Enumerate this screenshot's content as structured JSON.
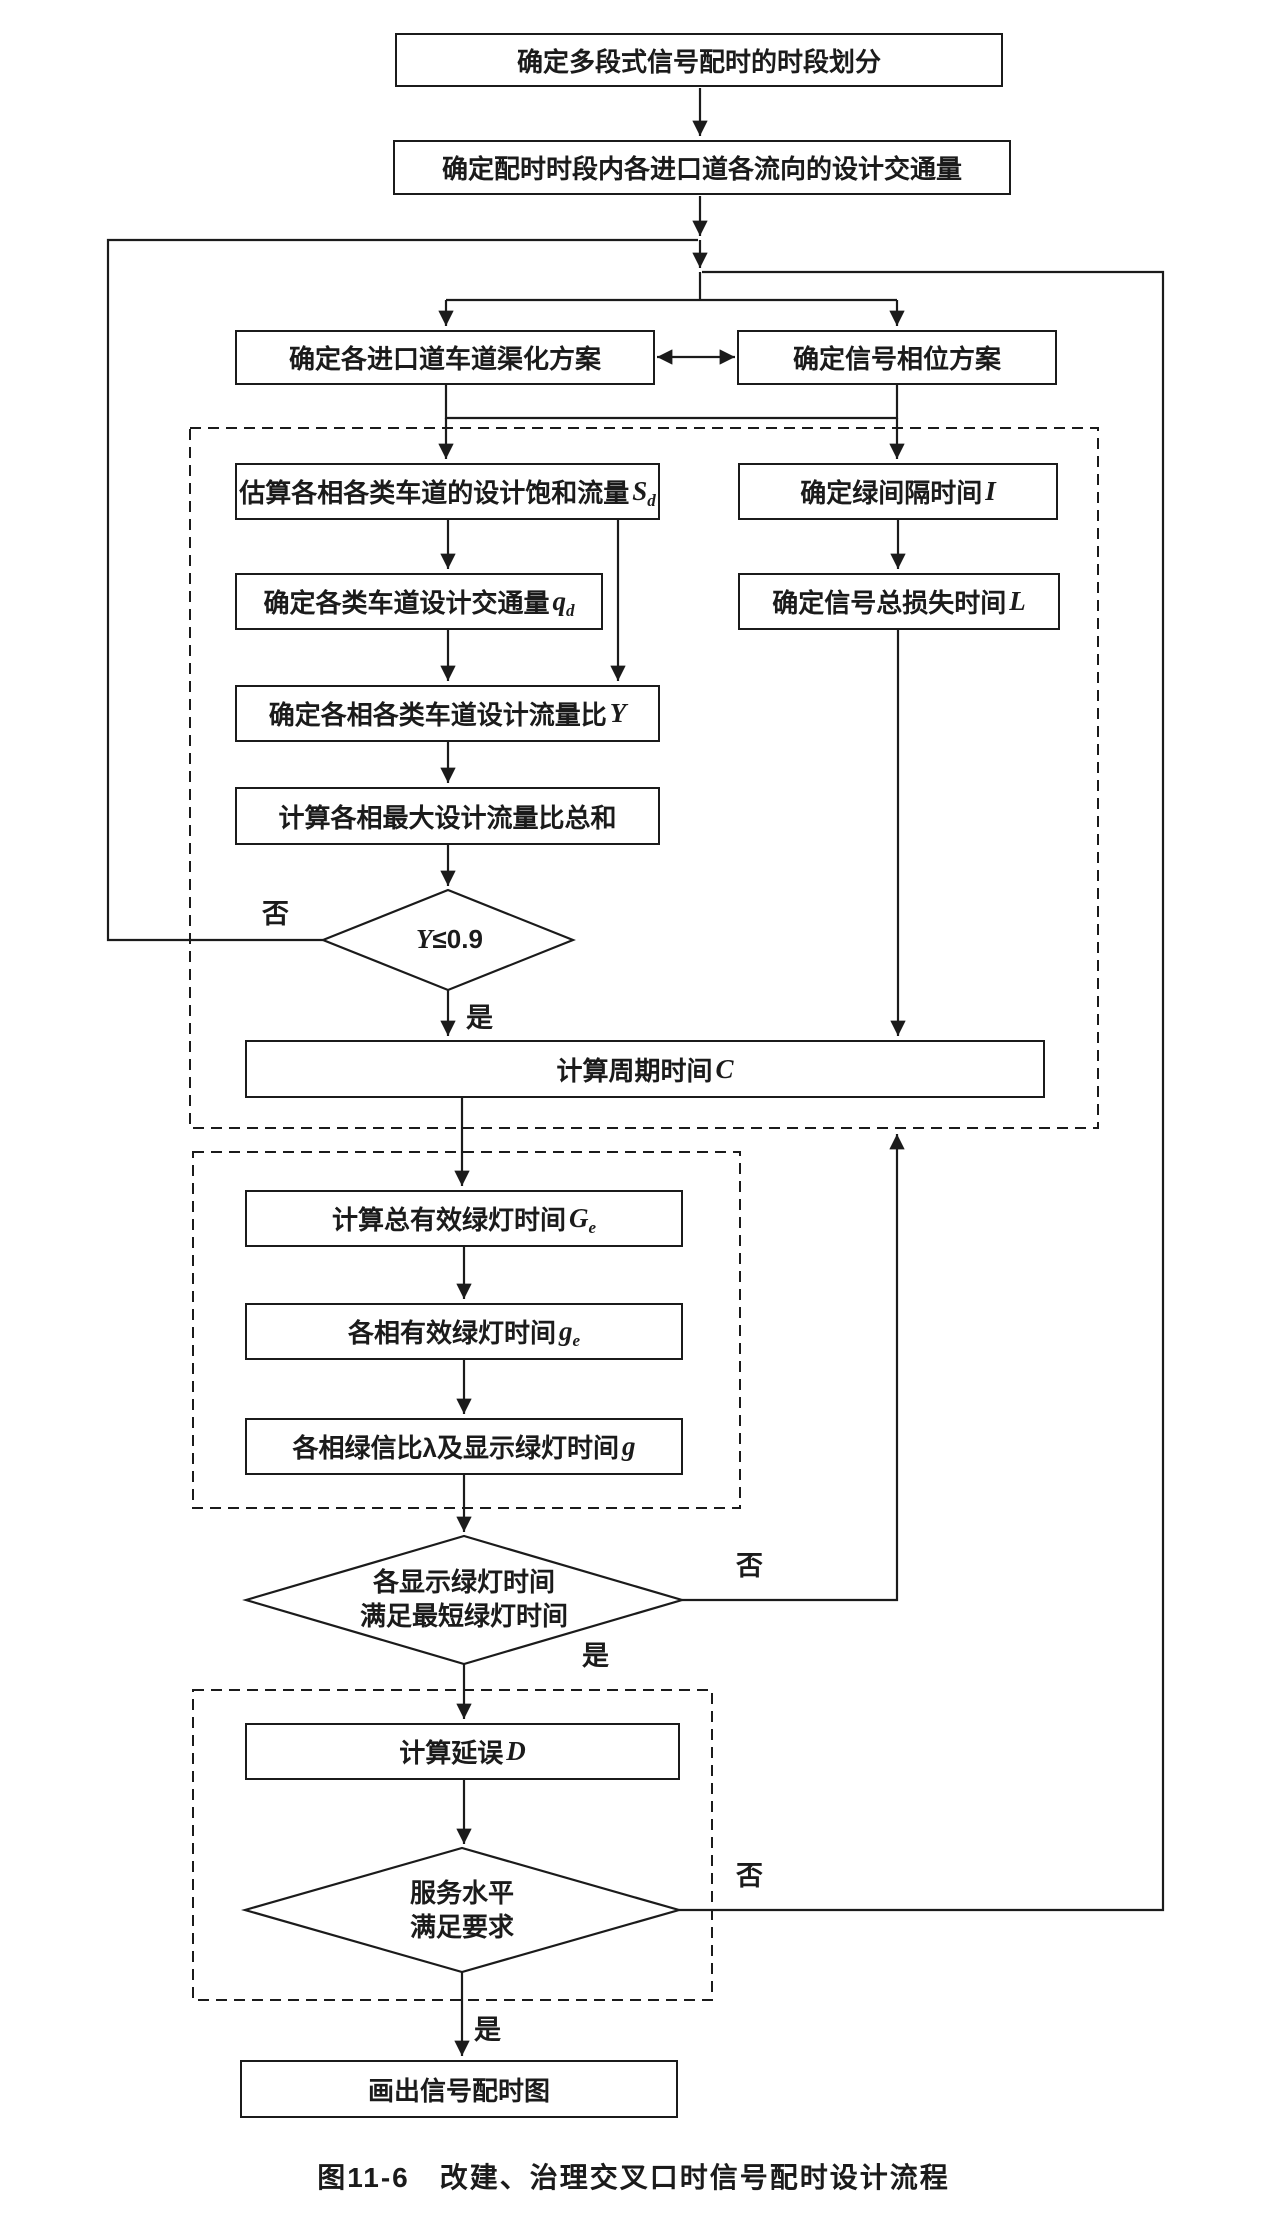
{
  "figure": {
    "caption": "图11-6　改建、治理交叉口时信号配时设计流程"
  },
  "colors": {
    "ink": "#1b1b1b",
    "paper": "#ffffff"
  },
  "branch_labels": {
    "yes": "是",
    "no": "否"
  },
  "nodes": {
    "n1": {
      "text": "确定多段式信号配时的时段划分"
    },
    "n2": {
      "text": "确定配时时段内各进口道各流向的设计交通量"
    },
    "n3": {
      "text": "确定各进口道车道渠化方案"
    },
    "n4": {
      "text": "确定信号相位方案"
    },
    "n5": {
      "text": "估算各相各类车道的设计饱和流量",
      "sym": "S",
      "sub": "d"
    },
    "n6": {
      "text": "确定各类车道设计交通量",
      "sym": "q",
      "sub": "d"
    },
    "n7": {
      "text": "确定各相各类车道设计流量比",
      "sym": "Y"
    },
    "n8": {
      "text": "计算各相最大设计流量比总和"
    },
    "n9": {
      "text": "确定绿间隔时间",
      "sym": "I"
    },
    "n10": {
      "text": "确定信号总损失时间",
      "sym": "L"
    },
    "d1": {
      "sym": "Y",
      "text": "≤0.9"
    },
    "n11": {
      "text": "计算周期时间",
      "sym": "C"
    },
    "n12": {
      "text": "计算总有效绿灯时间",
      "sym": "G",
      "sub": "e"
    },
    "n13": {
      "text": "各相有效绿灯时间",
      "sym": "g",
      "sub": "e"
    },
    "n14": {
      "text": "各相绿信比λ及显示绿灯时间",
      "sym": "g"
    },
    "d2": {
      "line1": "各显示绿灯时间",
      "line2": "满足最短绿灯时间"
    },
    "n15": {
      "text": "计算延误",
      "sym": "D"
    },
    "d3": {
      "line1": "服务水平",
      "line2": "满足要求"
    },
    "n16": {
      "text": "画出信号配时图"
    }
  }
}
